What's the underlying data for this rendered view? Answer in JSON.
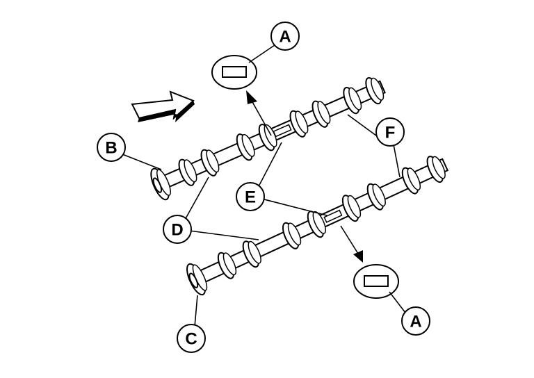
{
  "labels": {
    "a_top": "A",
    "b": "B",
    "c": "C",
    "d": "D",
    "e": "E",
    "f": "F",
    "a_bottom": "A"
  },
  "colors": {
    "line": "#000000",
    "background": "#ffffff"
  }
}
